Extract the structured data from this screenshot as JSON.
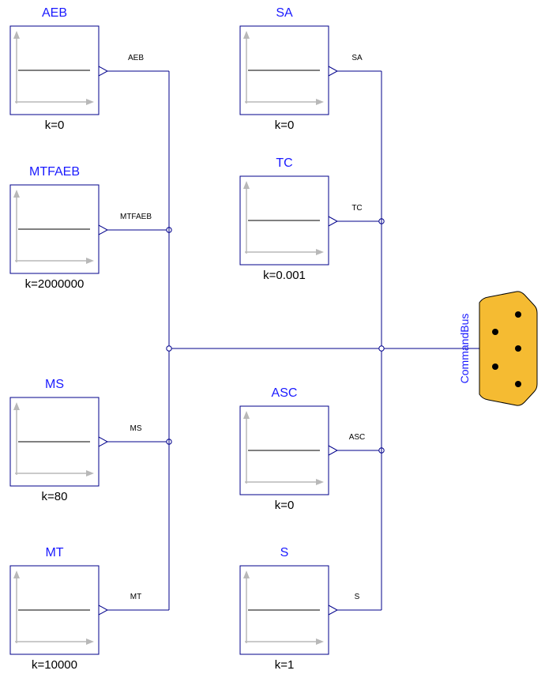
{
  "blocks": [
    {
      "id": "AEB",
      "title": "AEB",
      "param": "k=0",
      "signal": "AEB"
    },
    {
      "id": "MTFAEB",
      "title": "MTFAEB",
      "param": "k=2000000",
      "signal": "MTFAEB"
    },
    {
      "id": "MS",
      "title": "MS",
      "param": "k=80",
      "signal": "MS"
    },
    {
      "id": "MT",
      "title": "MT",
      "param": "k=10000",
      "signal": "MT"
    },
    {
      "id": "SA",
      "title": "SA",
      "param": "k=0",
      "signal": "SA"
    },
    {
      "id": "TC",
      "title": "TC",
      "param": "k=0.001",
      "signal": "TC"
    },
    {
      "id": "ASC",
      "title": "ASC",
      "param": "k=0",
      "signal": "ASC"
    },
    {
      "id": "S",
      "title": "S",
      "param": "k=1",
      "signal": "S"
    }
  ],
  "bus": {
    "label": "CommandBus"
  },
  "colors": {
    "wire": "#00008b",
    "block_border": "#00008b",
    "title": "#1a1aff",
    "connector_fill": "#f5bb32",
    "axis": "#b8b8b8"
  }
}
